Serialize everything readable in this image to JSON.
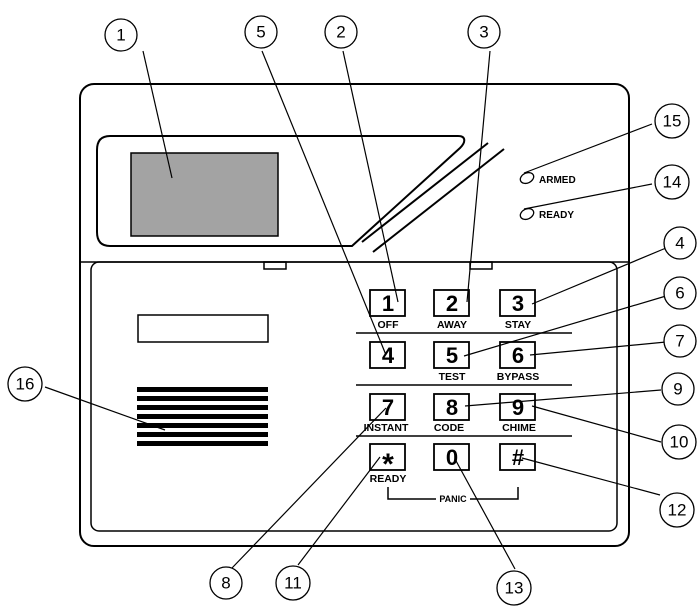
{
  "keys": {
    "k1": {
      "glyph": "1",
      "sub": "OFF"
    },
    "k2": {
      "glyph": "2",
      "sub": "AWAY"
    },
    "k3": {
      "glyph": "3",
      "sub": "STAY"
    },
    "k4": {
      "glyph": "4",
      "sub": ""
    },
    "k5": {
      "glyph": "5",
      "sub": "TEST"
    },
    "k6": {
      "glyph": "6",
      "sub": "BYPASS"
    },
    "k7": {
      "glyph": "7",
      "sub": "INSTANT"
    },
    "k8": {
      "glyph": "8",
      "sub": "CODE"
    },
    "k9": {
      "glyph": "9",
      "sub": "CHIME"
    },
    "kstar": {
      "glyph": "*",
      "sub": "READY"
    },
    "k0": {
      "glyph": "0",
      "sub": ""
    },
    "khash": {
      "glyph": "#",
      "sub": ""
    }
  },
  "leds": {
    "armed": "ARMED",
    "ready": "READY"
  },
  "panic_label": "PANIC",
  "callouts": {
    "c1": "1",
    "c2": "2",
    "c3": "3",
    "c4": "4",
    "c5": "5",
    "c6": "6",
    "c7": "7",
    "c8": "8",
    "c9": "9",
    "c10": "10",
    "c11": "11",
    "c12": "12",
    "c13": "13",
    "c14": "14",
    "c15": "15",
    "c16": "16"
  }
}
